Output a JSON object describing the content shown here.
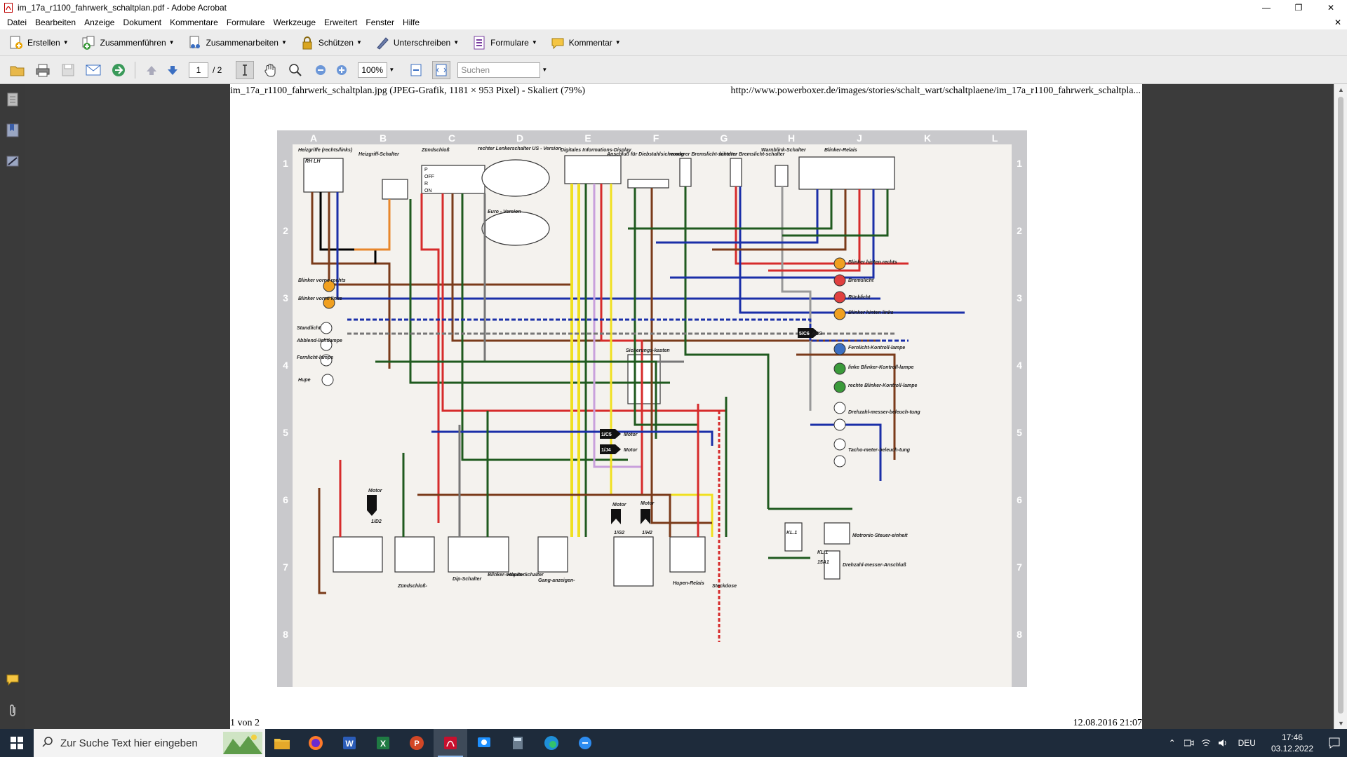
{
  "window": {
    "title": "im_17a_r1100_fahrwerk_schaltplan.pdf - Adobe Acrobat",
    "controls": [
      "minimize",
      "restore",
      "close"
    ]
  },
  "menu": [
    "Datei",
    "Bearbeiten",
    "Anzeige",
    "Dokument",
    "Kommentare",
    "Formulare",
    "Werkzeuge",
    "Erweitert",
    "Fenster",
    "Hilfe"
  ],
  "tasks": [
    {
      "label": "Erstellen",
      "icon": "create-pdf-icon"
    },
    {
      "label": "Zusammenführen",
      "icon": "combine-icon"
    },
    {
      "label": "Zusammenarbeiten",
      "icon": "collaborate-icon"
    },
    {
      "label": "Schützen",
      "icon": "lock-icon"
    },
    {
      "label": "Unterschreiben",
      "icon": "pen-icon"
    },
    {
      "label": "Formulare",
      "icon": "forms-icon"
    },
    {
      "label": "Kommentar",
      "icon": "comment-icon"
    }
  ],
  "toolbar": {
    "page_current": "1",
    "page_total": "/ 2",
    "zoom": "100%",
    "search_placeholder": "Suchen"
  },
  "page": {
    "header_left": "im_17a_r1100_fahrwerk_schaltplan.jpg (JPEG-Grafik, 1181 × 953 Pixel) - Skaliert (79%)",
    "header_right": "http://www.powerboxer.de/images/stories/schalt_wart/schaltplaene/im_17a_r1100_fahrwerk_schaltpla...",
    "footer_left": "1 von 2",
    "footer_right": "12.08.2016 21:07"
  },
  "schematic": {
    "columns": [
      "A",
      "B",
      "C",
      "D",
      "E",
      "F",
      "G",
      "H",
      "J",
      "K",
      "L"
    ],
    "rows": [
      "1",
      "2",
      "3",
      "4",
      "5",
      "6",
      "7",
      "8"
    ],
    "top_labels": [
      "Heizgriffe (rechts/links)",
      "Heizgriff-Schalter",
      "Zündschloß",
      "rechter Lenkerschalter US - Version",
      "Digitales Informations-Display",
      "Anschluß für Diebstahlsicherung",
      "vorderer Bremslicht-schalter",
      "hinterer Bremslicht-schalter",
      "Warnblink-Schalter",
      "Blinker-Relais"
    ],
    "left_labels": [
      "Blinker vorne rechts",
      "Blinker vorne links",
      "Standlicht",
      "Abblend-lichtlampe",
      "Fernlicht-lampe",
      "Hupe"
    ],
    "right_labels": [
      "Blinker hinten rechts",
      "Bremslicht",
      "Rücklicht",
      "Blinker hinten links",
      "Fernlicht-Kontroll-lampe",
      "linke Blinker-Kontroll-lampe",
      "rechte Blinker-Kontroll-lampe",
      "Drehzahl-messer-beleuch-tung",
      "Tacho-meter-beleuch-tung",
      "Motronic-Steuer-einheit",
      "Drehzahl-messer-Anschluß"
    ],
    "bottom_labels": [
      "Zündschloß-",
      "Dip-Schalter",
      "Blinker-schalter",
      "Hupen-Schalter",
      "Gang-anzeigen-",
      "Hupen-Relais",
      "Steckdose"
    ],
    "misc_labels": [
      "Euro - Version",
      "Sicherungs-kasten",
      "ABS",
      "Motor",
      "Motor",
      "Motor",
      "Motor",
      "Motor",
      "RH LH",
      "5/C6",
      "1/C5",
      "1/J4",
      "1/D2",
      "1/G2",
      "1/H2",
      "KL.1",
      "KL.1",
      "15A1"
    ],
    "connector_tags": [
      "P",
      "OFF",
      "R",
      "ON"
    ]
  },
  "taskbar": {
    "search_placeholder": "Zur Suche Text hier eingeben",
    "apps": [
      "file-explorer-icon",
      "firefox-icon",
      "word-icon",
      "excel-icon",
      "powerpoint-icon",
      "acrobat-icon",
      "teamviewer-icon",
      "calculator-icon",
      "edge-icon",
      "chat-icon"
    ],
    "lang": "DEU",
    "time": "17:46",
    "date": "03.12.2022"
  }
}
